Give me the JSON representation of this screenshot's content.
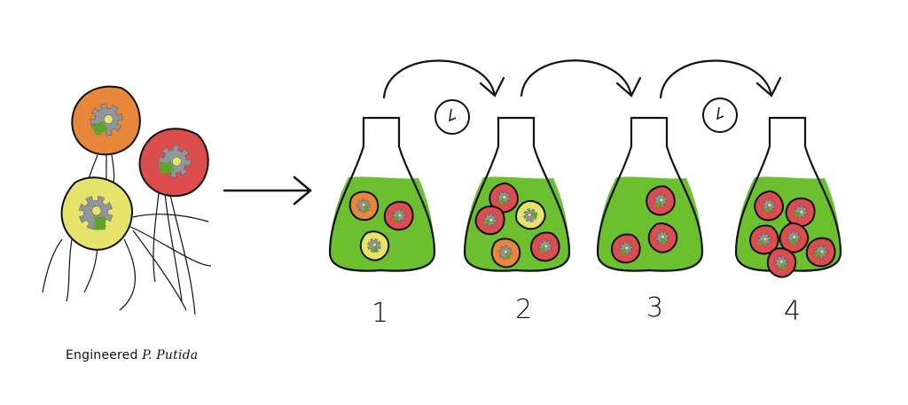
{
  "caption": {
    "prefix": "Engineered",
    "species": "P. Putida"
  },
  "flasks": [
    {
      "label": "1",
      "cells": [
        "orange",
        "red",
        "yellow"
      ]
    },
    {
      "label": "2",
      "cells": [
        "red",
        "red",
        "yellow",
        "red",
        "orange"
      ]
    },
    {
      "label": "3",
      "cells": [
        "red",
        "red",
        "red"
      ]
    },
    {
      "label": "4",
      "cells": [
        "red",
        "red",
        "red",
        "red",
        "red",
        "red"
      ]
    }
  ],
  "colors": {
    "orange": "#e8873a",
    "red": "#dd4d4d",
    "yellow": "#e6e36a",
    "medium": "#6cbf2f",
    "gear": "#8f969c",
    "green_part": "#5fa22e",
    "ink": "#111111"
  }
}
